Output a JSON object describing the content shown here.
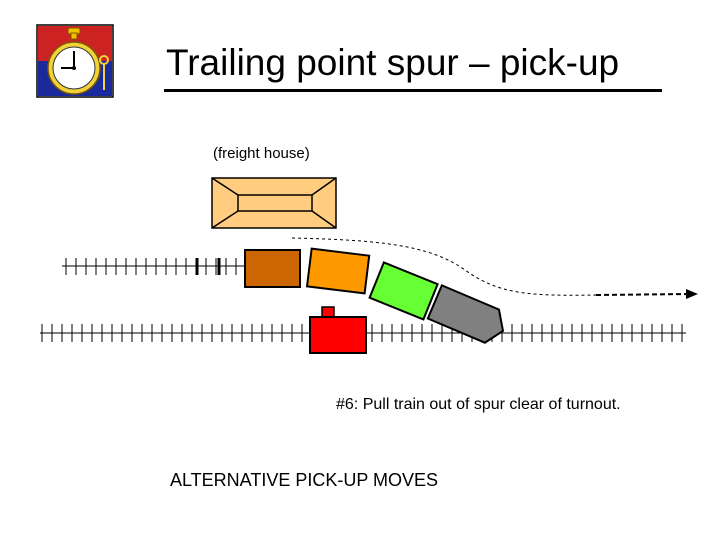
{
  "header": {
    "title": "Trailing point spur – pick-up"
  },
  "logo": {
    "icon": "stopwatch-icon"
  },
  "diagram": {
    "freight_house_label": "(freight house)",
    "step_caption": "#6:  Pull train out of spur clear of turnout.",
    "alternative_heading": "ALTERNATIVE PICK-UP MOVES",
    "colors": {
      "building": "#FFCC80",
      "car_brown": "#CC6600",
      "car_orange": "#FF9900",
      "car_green": "#66FF33",
      "locomotive": "#808080",
      "caboose": "#FF0000"
    }
  }
}
